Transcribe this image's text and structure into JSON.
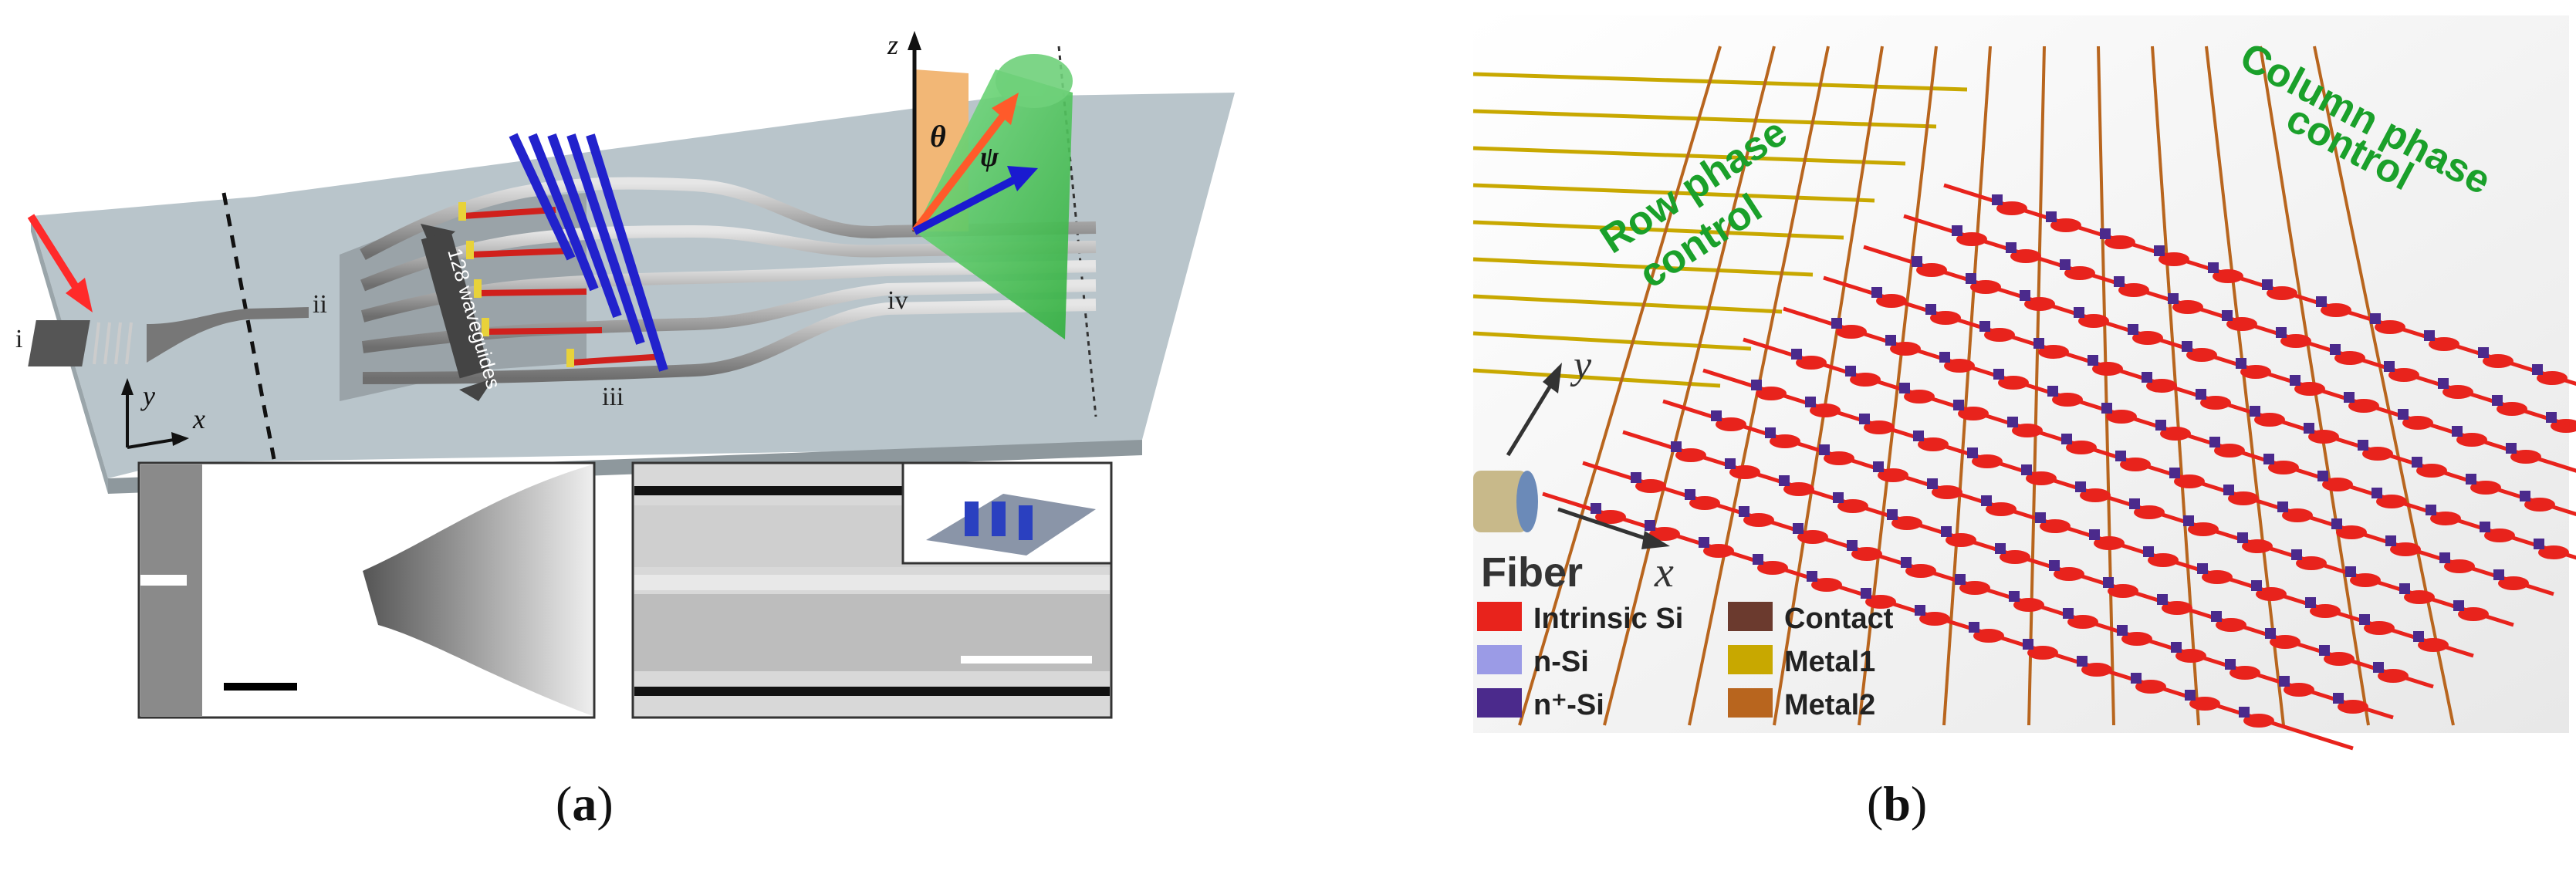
{
  "panel_a": {
    "caption_open": "(",
    "caption_letter": "a",
    "caption_close": ")",
    "regions": [
      "i",
      "ii",
      "iii",
      "iv"
    ],
    "waveguide_label": "128 waveguides",
    "axis_x": "x",
    "axis_y": "y",
    "axis_z": "z",
    "angle_theta": "θ",
    "angle_psi": "ψ"
  },
  "panel_b": {
    "caption_open": "(",
    "caption_letter": "b",
    "caption_close": ")",
    "row_label_line1": "Row phase",
    "row_label_line2": "control",
    "col_label_line1": "Column phase",
    "col_label_line2": "control",
    "fiber_label": "Fiber",
    "axis_x": "x",
    "axis_y": "y",
    "legend": [
      {
        "label": "Intrinsic Si",
        "color": "#e8231c"
      },
      {
        "label": "n-Si",
        "color": "#9b9be6"
      },
      {
        "label": "n⁺-Si",
        "color": "#4b2a8c"
      },
      {
        "label": "Contact",
        "color": "#6b3a2e"
      },
      {
        "label": "Metal1",
        "color": "#c8a800"
      },
      {
        "label": "Metal2",
        "color": "#b8651e"
      }
    ]
  }
}
